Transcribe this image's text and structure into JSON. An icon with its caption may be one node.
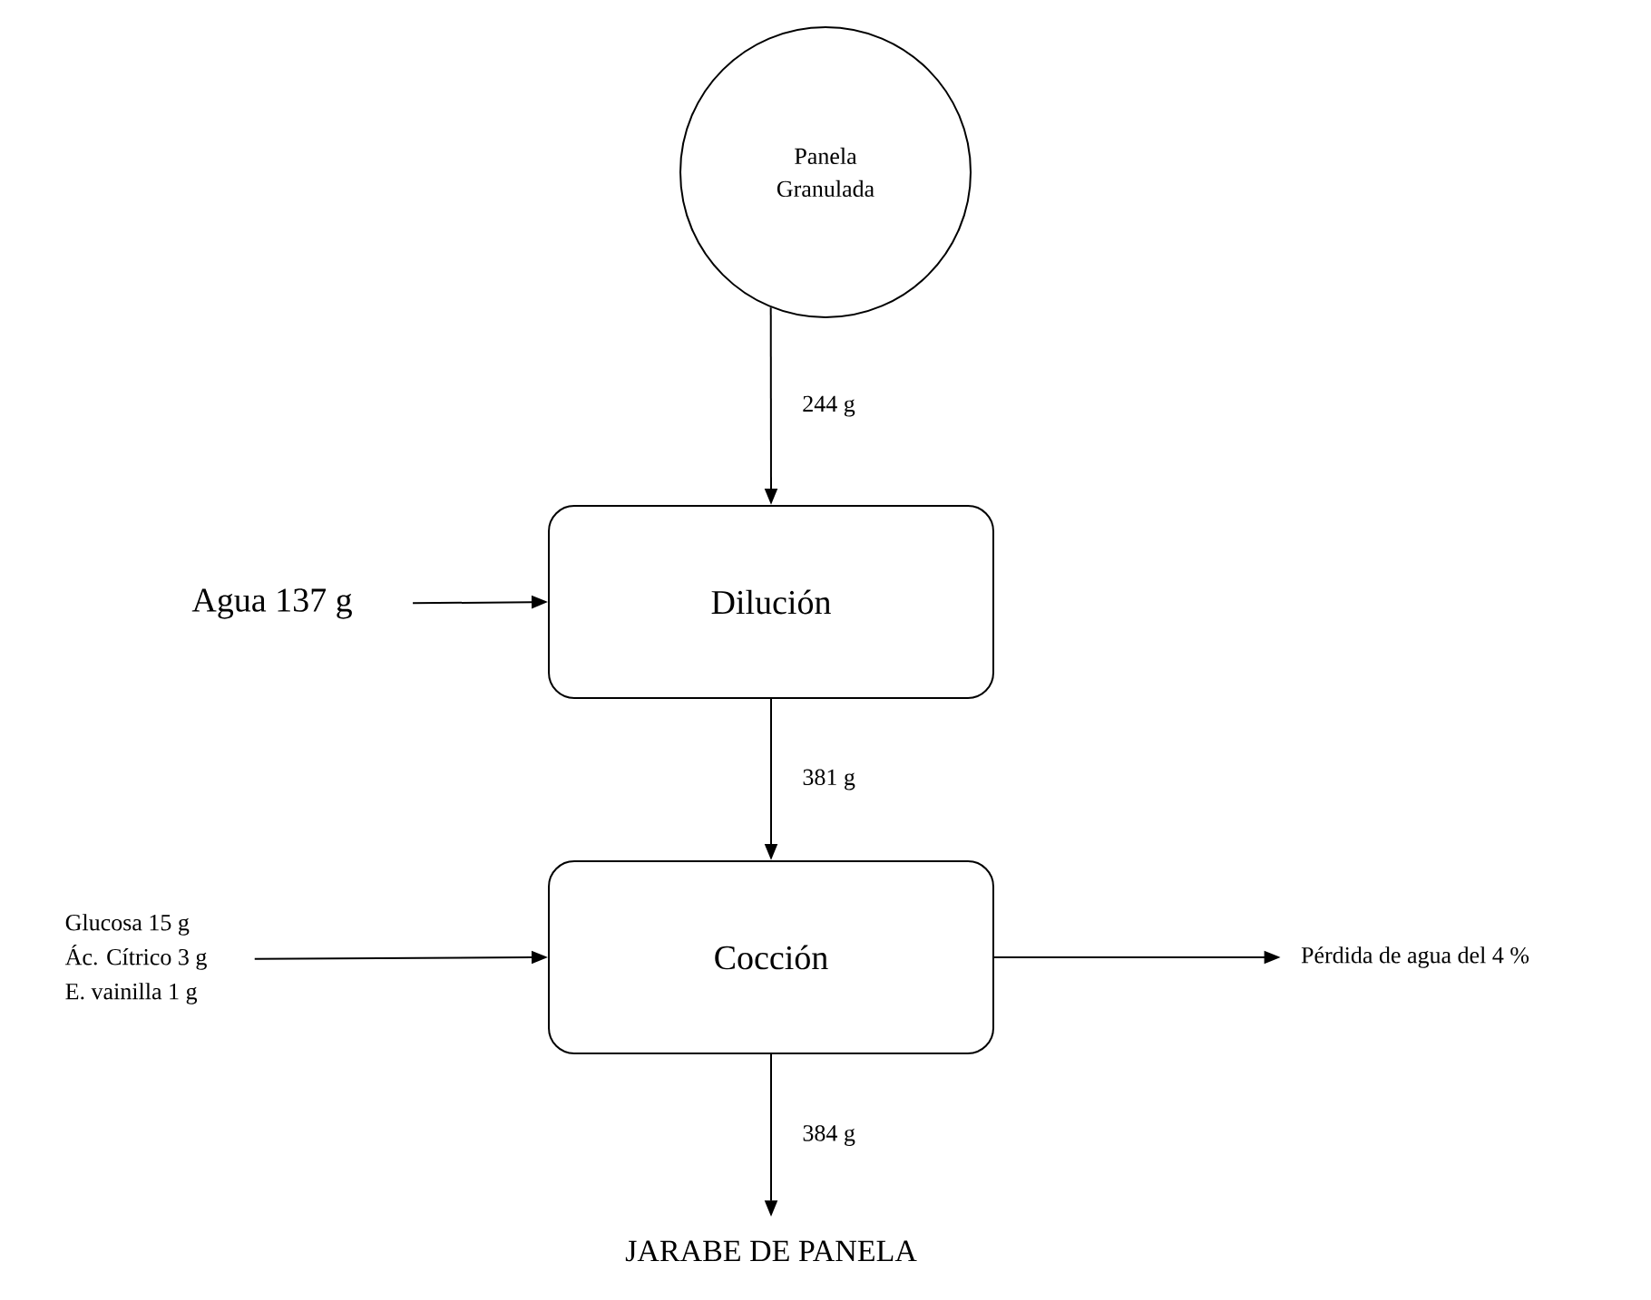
{
  "diagram": {
    "nodes": [
      {
        "text": [
          "Panela Granulada"
        ]
      },
      {
        "text": [
          "Dilución"
        ]
      },
      {
        "text": [
          "Cocción"
        ]
      },
      {
        "text": [
          "Agua 137 g"
        ]
      },
      {
        "text": [
          "Glucosa 15 g",
          "Ác. Cítrico 3 g",
          "E. vainilla 1 g"
        ]
      },
      {
        "text": [
          "Pérdida de agua del 4 %"
        ]
      },
      {
        "text": [
          "JARABE DE PANELA"
        ]
      }
    ],
    "edges": [
      {
        "from": 0,
        "to": 1,
        "arrow": "to",
        "label": "244 g"
      },
      {
        "from": 3,
        "to": 1,
        "arrow": "to"
      },
      {
        "from": 1,
        "to": 2,
        "arrow": "to",
        "label": "381 g"
      },
      {
        "from": 4,
        "to": 2,
        "arrow": "to"
      },
      {
        "from": 2,
        "to": 5,
        "arrow": "to"
      },
      {
        "from": 2,
        "to": 6,
        "arrow": "to",
        "label": "384 g"
      }
    ]
  }
}
